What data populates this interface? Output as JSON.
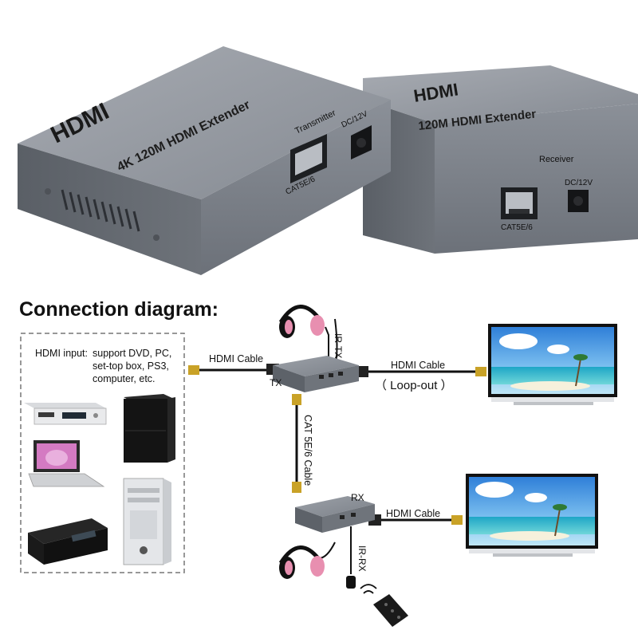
{
  "product": {
    "transmitter": {
      "logo": "HDMI",
      "model": "4K 120M HDMI Extender",
      "role": "Transmitter",
      "port_label": "CAT5E/6",
      "power_label": "DC/12V"
    },
    "receiver": {
      "logo": "HDMI",
      "model": "120M HDMI Extender",
      "role": "Receiver",
      "port_label": "CAT5E/6",
      "power_label": "DC/12V"
    }
  },
  "diagram": {
    "title": "Connection diagram:",
    "sources": {
      "heading": "HDMI input:",
      "lines": [
        "support DVD, PC,",
        "set-top box, PS3,",
        "computer, etc."
      ],
      "devices": [
        "dvd-player",
        "ps3-console",
        "laptop",
        "pc-tower",
        "set-top-box"
      ]
    },
    "cables": {
      "input_hdmi": "HDMI Cable",
      "loop_hdmi": "HDMI Cable",
      "loop_note": "（ Loop-out ）",
      "cat": "CAT 5E/6 Cable",
      "output_hdmi": "HDMI Cable"
    },
    "units": {
      "tx": "TX",
      "rx": "RX"
    },
    "ir": {
      "tx": "IR-TX",
      "rx": "IR-RX"
    }
  },
  "colors": {
    "box_face": "#7d828a",
    "box_top": "#9a9fa6",
    "box_side": "#5e636a",
    "cable": "#111111",
    "hdmi_gold": "#c9a227",
    "tv_sky": "#3f8fe0",
    "tv_sea": "#2fb7c9",
    "headphone_pink": "#e88fb0"
  }
}
